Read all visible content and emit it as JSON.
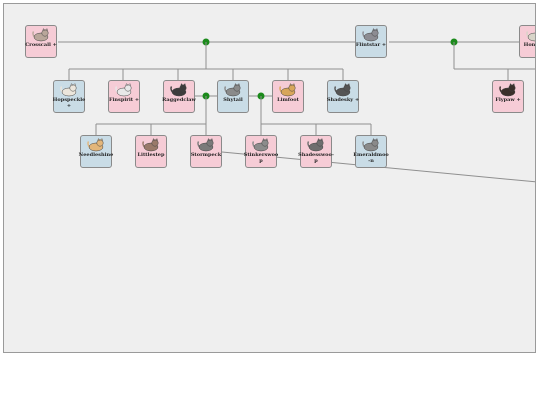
{
  "colors": {
    "she_cat": "#f6ccd6",
    "tom": "#c9dce6",
    "connector_dot": "#1a8a1a",
    "line": "#8f8f8f"
  },
  "cats": [
    {
      "id": "crosscall",
      "name": "Crosscall +",
      "sex": "she_cat",
      "pelt": "#b9a69a"
    },
    {
      "id": "flintstar",
      "name": "Flintstar +",
      "sex": "tom",
      "pelt": "#8d8d93"
    },
    {
      "id": "honeyclaw",
      "name": "Honeycl",
      "sex": "she_cat",
      "pelt": "#d8d4c8"
    },
    {
      "id": "hopspeckle",
      "name": "Hopspeckle +",
      "sex": "tom",
      "pelt": "#ece6dc"
    },
    {
      "id": "finspirit",
      "name": "Finspirit +",
      "sex": "she_cat",
      "pelt": "#e8e8e8"
    },
    {
      "id": "raggedclaw",
      "name": "Raggedclaw",
      "sex": "she_cat",
      "pelt": "#3c3c3c"
    },
    {
      "id": "shytail",
      "name": "Shytail",
      "sex": "tom",
      "pelt": "#8a8a8a"
    },
    {
      "id": "limfoot",
      "name": "Limfoot",
      "sex": "she_cat",
      "pelt": "#d8a65a"
    },
    {
      "id": "shadesky",
      "name": "Shadesky +",
      "sex": "tom",
      "pelt": "#555555"
    },
    {
      "id": "flypaw",
      "name": "Flypaw +",
      "sex": "she_cat",
      "pelt": "#3a302a"
    },
    {
      "id": "needleshine",
      "name": "Needleshine",
      "sex": "tom",
      "pelt": "#e3b67a"
    },
    {
      "id": "littlestep",
      "name": "Littlestep",
      "sex": "she_cat",
      "pelt": "#9a7a6a"
    },
    {
      "id": "stormpeck",
      "name": "Stormpeck",
      "sex": "she_cat",
      "pelt": "#7a7a7a"
    },
    {
      "id": "stinkerswoop",
      "name": "Stinkerswoop",
      "sex": "she_cat",
      "pelt": "#8c8c8c"
    },
    {
      "id": "shadesswoop",
      "name": "Shadesswoo-p",
      "sex": "she_cat",
      "pelt": "#6e6e6e"
    },
    {
      "id": "emeraldmoon",
      "name": "Emeraldmoo-n",
      "sex": "tom",
      "pelt": "#8a8a8a"
    }
  ]
}
